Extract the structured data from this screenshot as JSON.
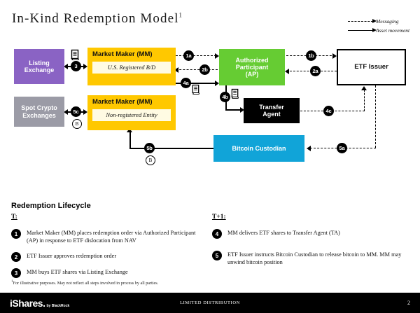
{
  "title": {
    "text": "In-Kind Redemption Model",
    "footnote_marker": "1"
  },
  "legend": {
    "items": [
      {
        "label": "Messaging",
        "style": "dashed",
        "icon": "dashed-arrow-icon"
      },
      {
        "label": "Asset movement",
        "style": "solid",
        "icon": "solid-arrow-icon"
      }
    ]
  },
  "diagram": {
    "nodes": [
      {
        "id": "listing-exchange",
        "line1": "Listing",
        "line2": "Exchange",
        "color": "#8a63c4"
      },
      {
        "id": "spot-crypto-exchanges",
        "line1": "Spot Crypto",
        "line2": "Exchanges",
        "color": "#9b9ba6"
      },
      {
        "id": "market-maker-bd",
        "title": "Market Maker (MM)",
        "subtitle": "U.S. Registered B/D",
        "color": "#ffc800"
      },
      {
        "id": "market-maker-nonreg",
        "title": "Market Maker (MM)",
        "subtitle": "Non-registered Entity",
        "color": "#ffc800"
      },
      {
        "id": "authorized-participant",
        "line1": "Authorized",
        "line2": "Participant",
        "line3": "(AP)",
        "color": "#66cc33"
      },
      {
        "id": "etf-issuer",
        "line1": "ETF Issuer",
        "color": "#ffffff"
      },
      {
        "id": "transfer-agent",
        "line1": "Transfer",
        "line2": "Agent",
        "color": "#000000"
      },
      {
        "id": "bitcoin-custodian",
        "line1": "Bitcoin Custodian",
        "color": "#11a4d8"
      }
    ],
    "badges": [
      {
        "id": "badge-1a",
        "label": "1a"
      },
      {
        "id": "badge-1b",
        "label": "1b"
      },
      {
        "id": "badge-2a",
        "label": "2a"
      },
      {
        "id": "badge-2b",
        "label": "2b"
      },
      {
        "id": "badge-3",
        "label": "3"
      },
      {
        "id": "badge-4a",
        "label": "4a"
      },
      {
        "id": "badge-4b",
        "label": "4b"
      },
      {
        "id": "badge-4c",
        "label": "4c"
      },
      {
        "id": "badge-5a",
        "label": "5a"
      },
      {
        "id": "badge-5b",
        "label": "5b"
      },
      {
        "id": "badge-5c",
        "label": "5c"
      }
    ],
    "bitcoin_markers": [
      {
        "id": "bitcoin-marker-mm",
        "label": "B"
      },
      {
        "id": "bitcoin-marker-custodian",
        "label": "B"
      }
    ]
  },
  "lifecycle": {
    "heading": "Redemption Lifecycle",
    "columns": [
      {
        "head": "T:",
        "steps": [
          {
            "num": "1",
            "text": "Market Maker (MM) places redemption order via Authorized Participant (AP) in response to ETF dislocation from NAV"
          },
          {
            "num": "2",
            "text": "ETF Issuer approves redemption order"
          },
          {
            "num": "3",
            "text": "MM buys ETF shares via Listing Exchange"
          }
        ]
      },
      {
        "head": "T+1:",
        "steps": [
          {
            "num": "4",
            "text": "MM delivers ETF shares to Transfer Agent (TA)"
          },
          {
            "num": "5",
            "text": "ETF Issuer instructs Bitcoin Custodian to release bitcoin to MM. MM may unwind bitcoin position"
          }
        ]
      }
    ]
  },
  "footnote": {
    "marker": "1",
    "text": "For illustrative purposes.  May not reflect all steps involved in process by all parties."
  },
  "footer": {
    "logo": "iShares",
    "logo_sub": "by BlackRock",
    "distribution": "LIMITED DISTRIBUTION",
    "page": "2"
  }
}
